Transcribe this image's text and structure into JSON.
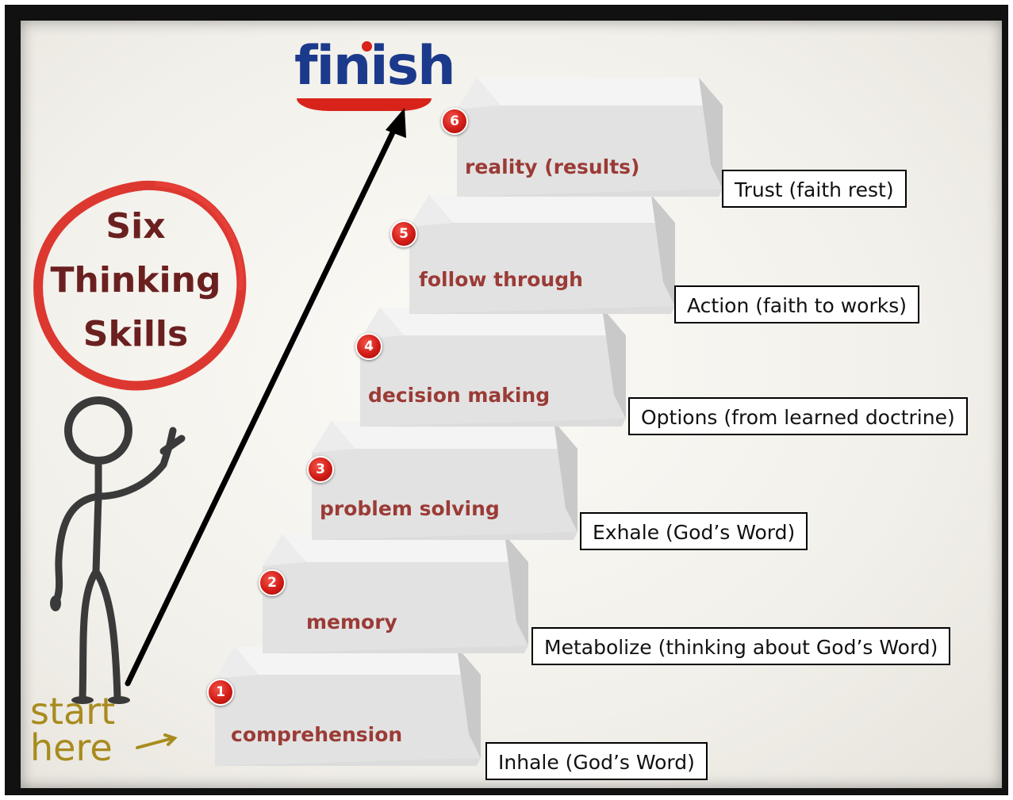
{
  "title": {
    "lines": [
      "Six",
      "Thinking",
      "Skills"
    ]
  },
  "logo": {
    "text": "finish"
  },
  "start_here": {
    "lines": [
      "start",
      "here"
    ]
  },
  "steps": [
    {
      "number": "1",
      "label": "comprehension",
      "description": "Inhale (God’s Word)"
    },
    {
      "number": "2",
      "label": "memory",
      "description": "Metabolize (thinking about God’s Word)"
    },
    {
      "number": "3",
      "label": "problem solving",
      "description": "Exhale (God’s Word)"
    },
    {
      "number": "4",
      "label": "decision making",
      "description": "Options (from learned doctrine)"
    },
    {
      "number": "5",
      "label": "follow through",
      "description": "Action (faith to works)"
    },
    {
      "number": "6",
      "label": "reality (results)",
      "description": "Trust (faith rest)"
    }
  ],
  "colors": {
    "accent_red": "#d21c16",
    "label_text": "#9b3b36",
    "logo_blue": "#1b3a8c",
    "title_text": "#6b2020",
    "start_text": "#a88b1e"
  },
  "icons": [
    "stick-figure-icon",
    "arrow-up-icon",
    "red-circle-icon"
  ]
}
